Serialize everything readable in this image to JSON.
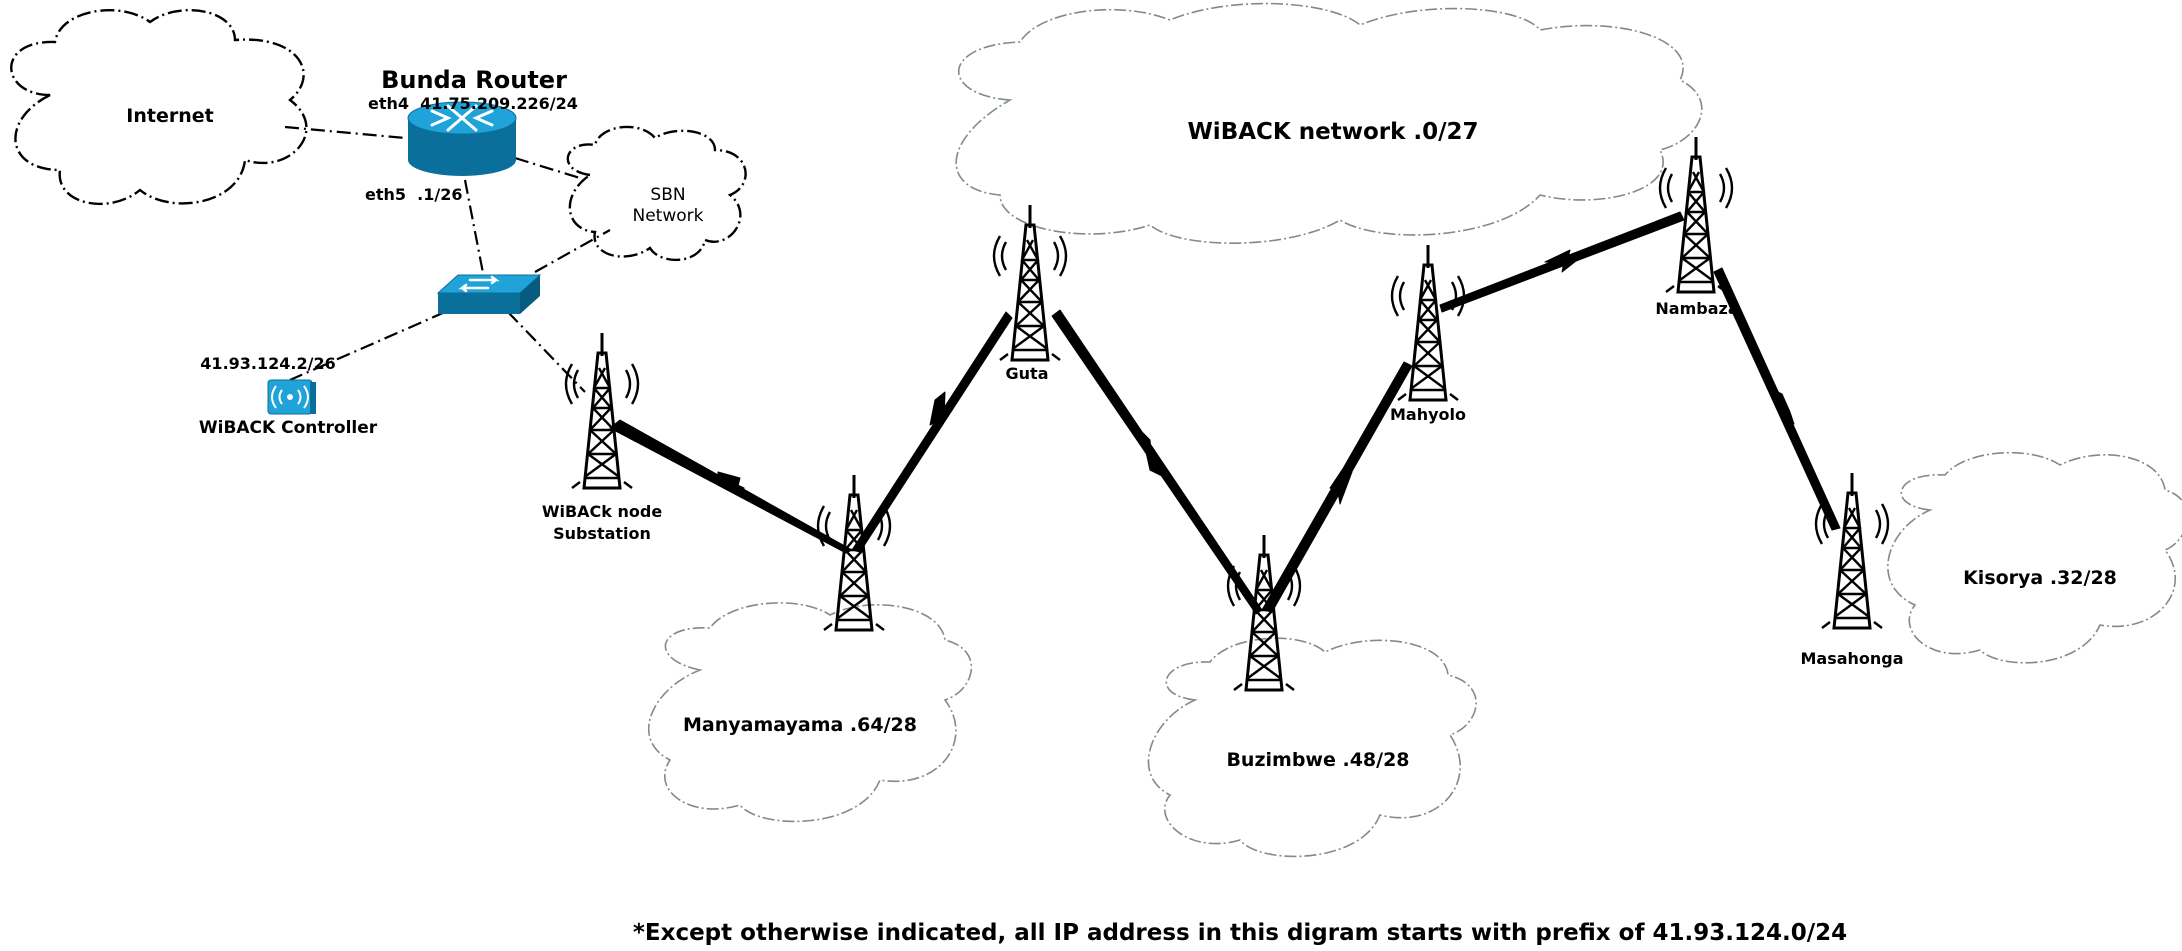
{
  "router": {
    "title": "Bunda Router",
    "eth4": "eth4  41.75.209.226/24",
    "eth5": "eth5  .1/26"
  },
  "clouds": {
    "internet": "Internet",
    "sbn_line1": "SBN",
    "sbn_line2": "Network",
    "wiback": "WiBACK network .0/27",
    "manyamayama": "Manyamayama .64/28",
    "buzimbwe": "Buzimbwe .48/28",
    "kisorya": "Kisorya .32/28"
  },
  "controller": {
    "ip": "41.93.124.2/26",
    "label": "WiBACK Controller",
    "icon": "wireless-access-point-icon"
  },
  "towers": {
    "substation_line1": "WiBACk node",
    "substation_line2": "Substation",
    "guta": "Guta",
    "mahyolo": "Mahyolo",
    "nambaza": "Nambaza",
    "masahonga": "Masahonga"
  },
  "footnote": "*Except otherwise indicated, all IP address in this digram starts with prefix of 41.93.124.0/24",
  "colors": {
    "device_blue": "#1fa3d8",
    "device_dark": "#0b6f9c",
    "cloud_dark_stroke": "#000000",
    "cloud_light_stroke": "#7f8a8f"
  }
}
